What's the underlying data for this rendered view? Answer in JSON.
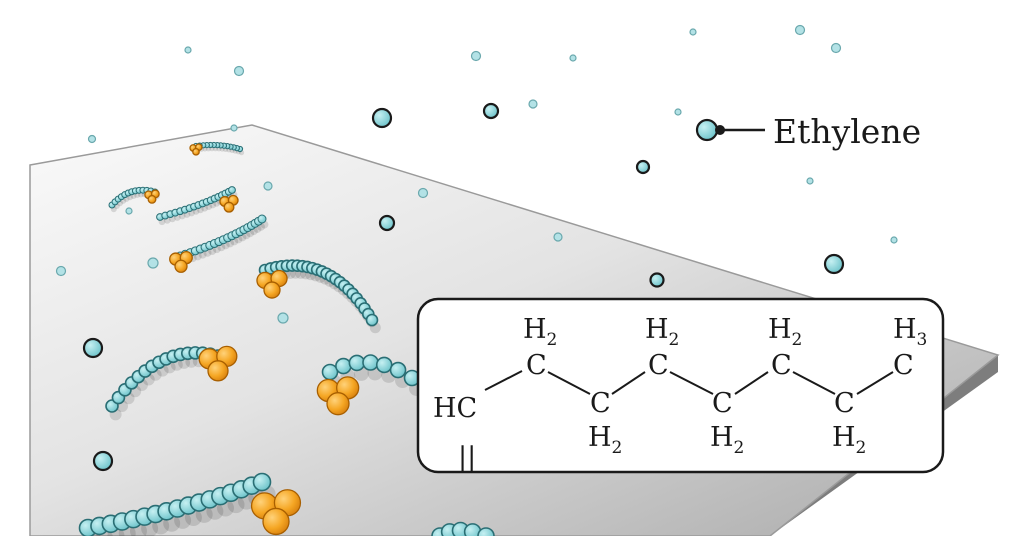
{
  "legend": {
    "label": "Ethylene",
    "icon": "ethylene-molecule-icon"
  },
  "formula": {
    "terminal": "HC",
    "carbon": "C",
    "hydrogen": "H",
    "sub2": "2",
    "sub3": "3",
    "double_bond": "||"
  },
  "colors": {
    "monomer": "#7ed0d6",
    "catalyst": "#f5a623",
    "surface": "#bdbdbd",
    "outline": "#1a1a1a"
  }
}
